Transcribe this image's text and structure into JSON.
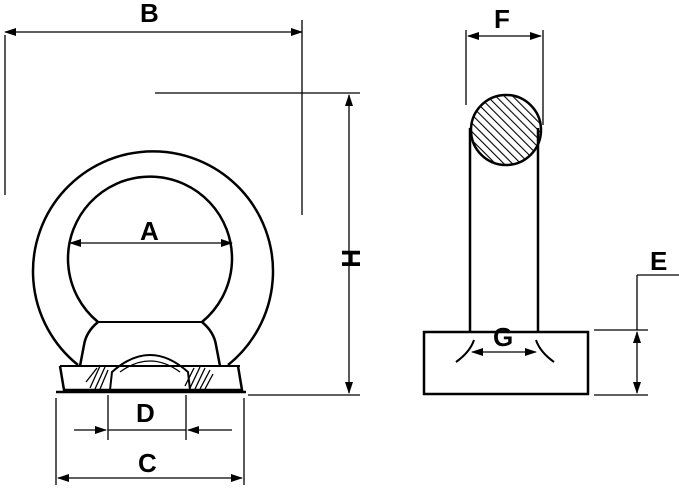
{
  "colors": {
    "ink": "#000000",
    "paper": "#ffffff"
  },
  "labels": {
    "A": "A",
    "B": "B",
    "C": "C",
    "D": "D",
    "E": "E",
    "F": "F",
    "G": "G",
    "H": "H"
  }
}
